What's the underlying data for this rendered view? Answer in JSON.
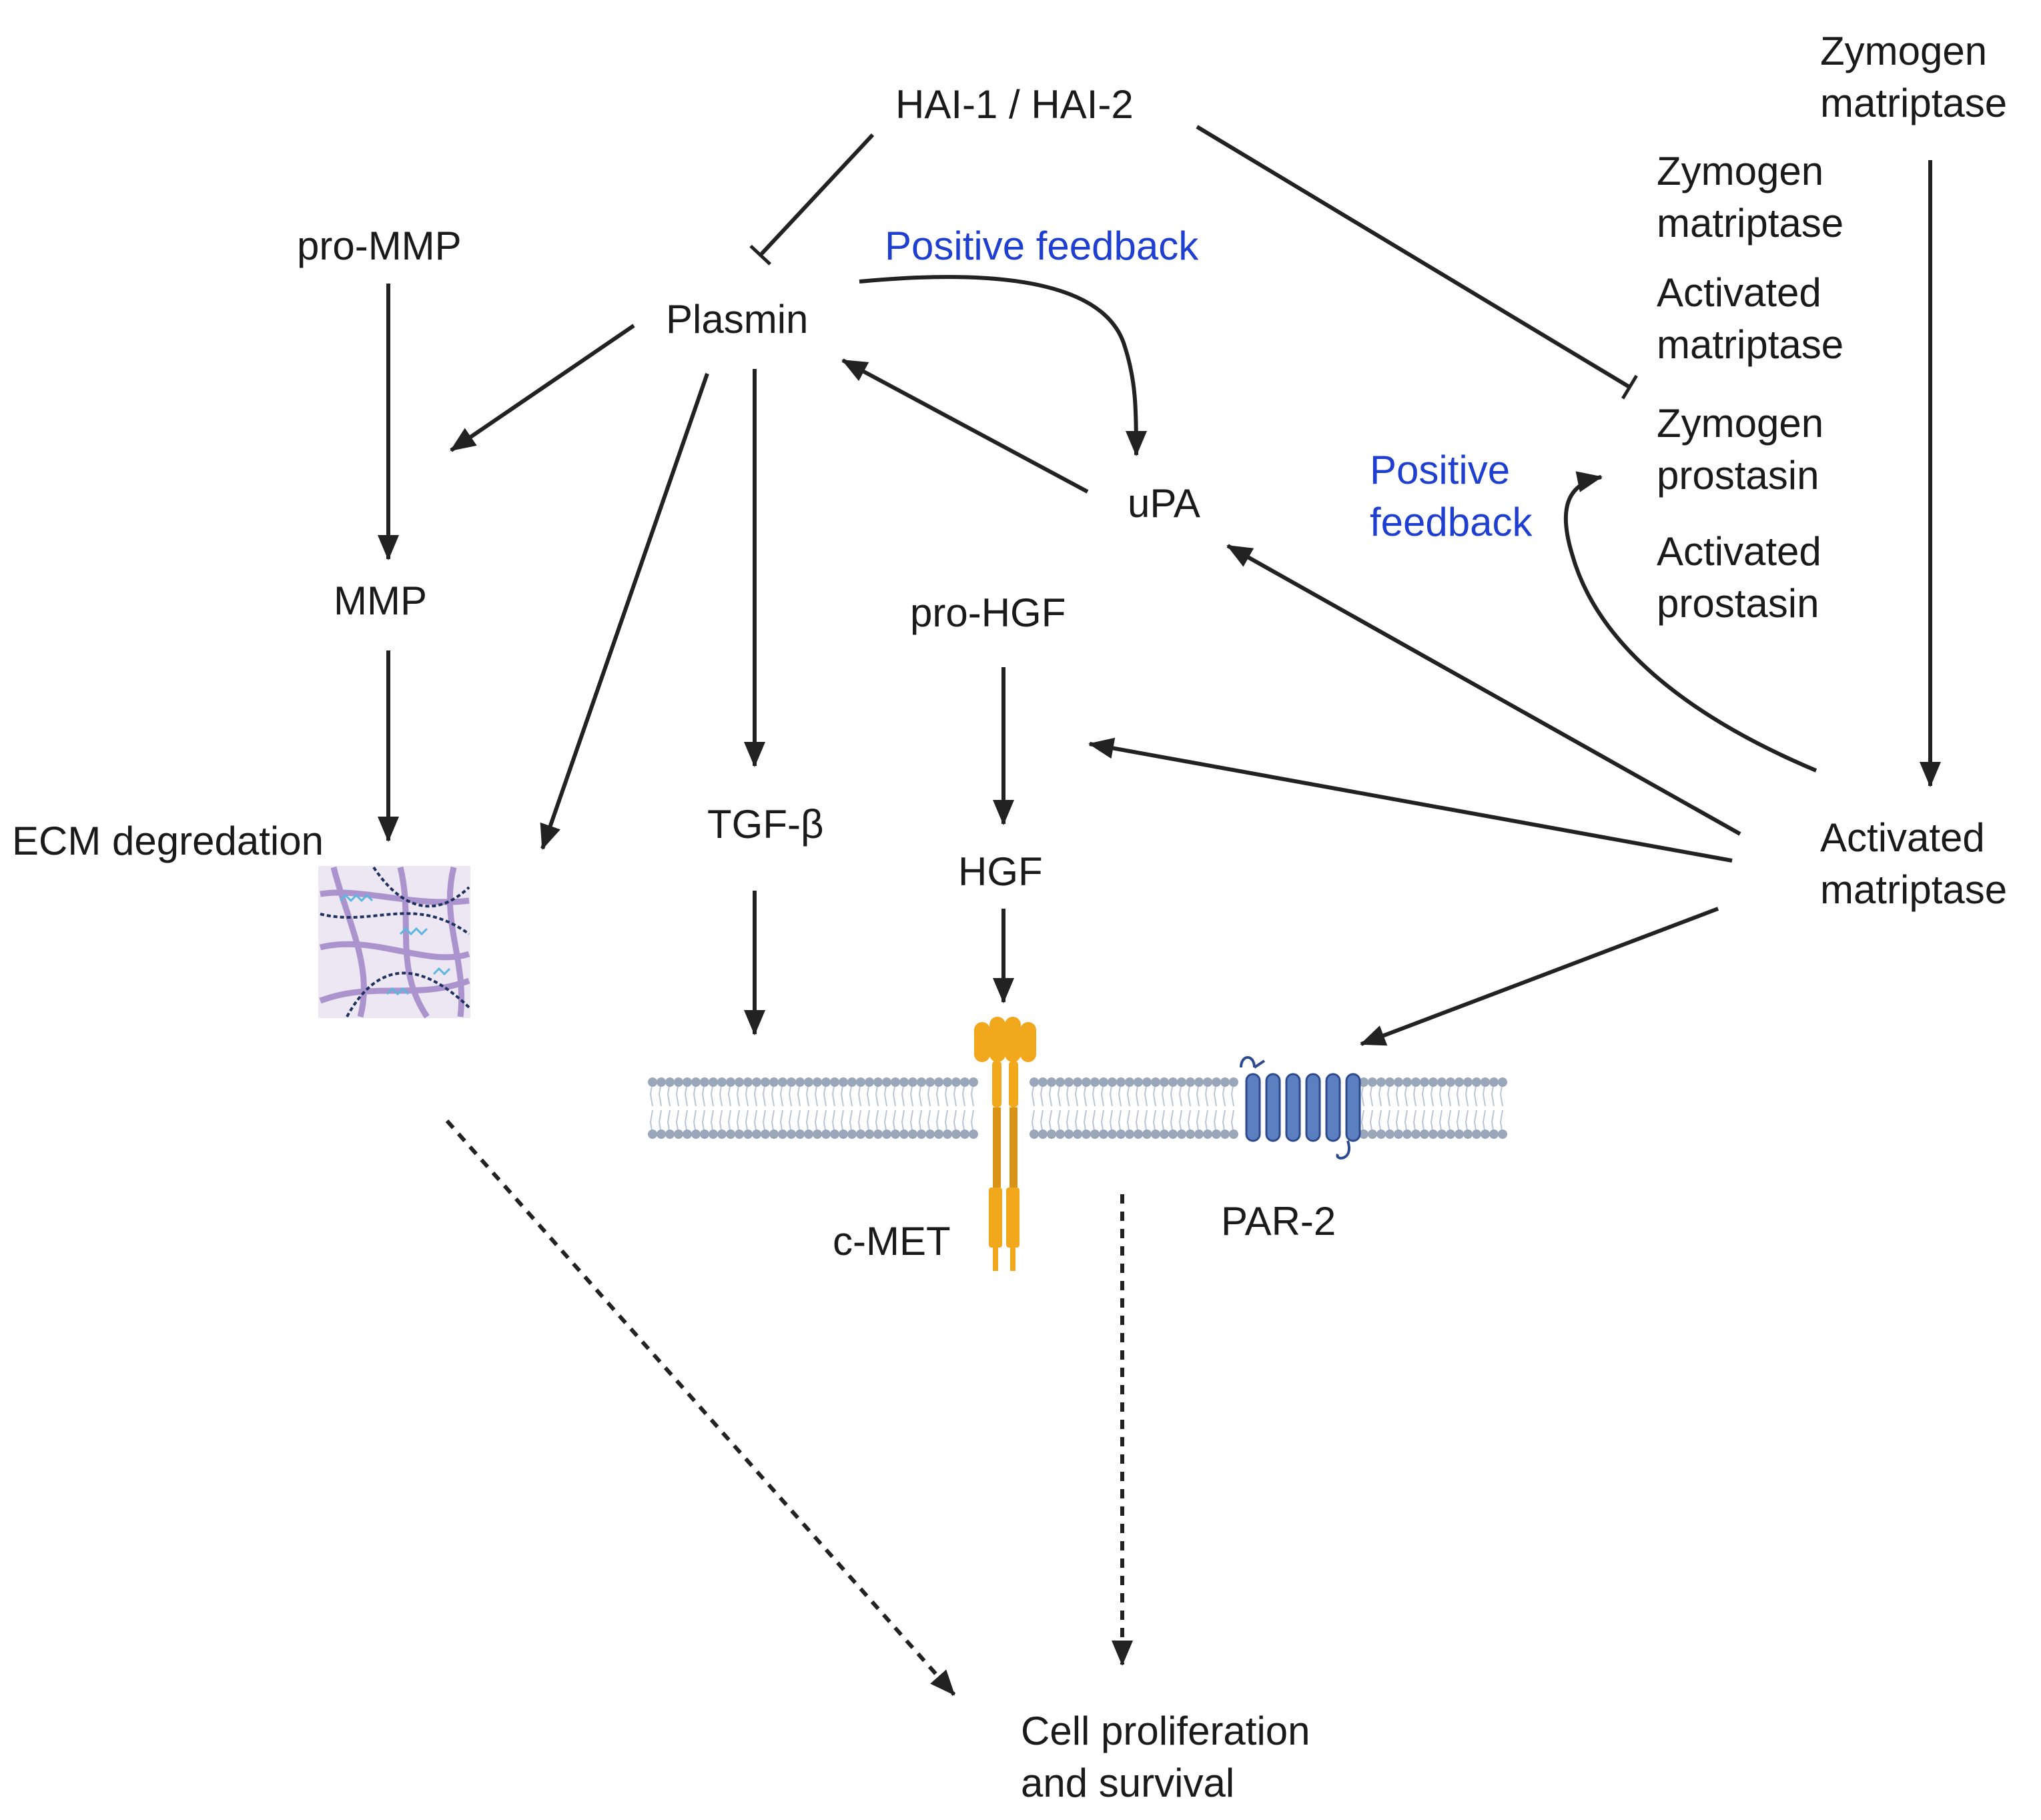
{
  "labels": {
    "hai": "HAI-1 / HAI-2",
    "zymogen_matriptase_top": [
      "Zymogen",
      "matriptase"
    ],
    "pro_mmp": "pro-MMP",
    "plasmin": "Plasmin",
    "positive_feedback_1": "Positive feedback",
    "zymogen_matriptase_legend": [
      "Zymogen",
      "matriptase"
    ],
    "activated_matriptase_legend": [
      "Activated",
      "matriptase"
    ],
    "zymogen_prostasin": [
      "Zymogen",
      "prostasin"
    ],
    "activated_prostasin": [
      "Activated",
      "prostasin"
    ],
    "positive_feedback_2": [
      "Positive",
      "feedback"
    ],
    "upa": "uPA",
    "mmp": "MMP",
    "pro_hgf": "pro-HGF",
    "ecm_degradation": "ECM degredation",
    "tgf_beta": "TGF-β",
    "hgf": "HGF",
    "activated_matriptase": [
      "Activated",
      "matriptase"
    ],
    "c_met": "c-MET",
    "par2": "PAR-2",
    "cell_proliferation": [
      "Cell proliferation",
      "and survival"
    ]
  },
  "colors": {
    "text": "#1a1a1a",
    "feedback": "#1f3fd1",
    "arrow": "#222222",
    "membrane_head": "#9aa7ba",
    "membrane_tail": "#b9c6d8",
    "c_met": "#f2a81d",
    "par2": "#5c7fbf"
  },
  "icons": [
    "ecm-fibers-icon",
    "c-met-receptor-icon",
    "par2-receptor-icon",
    "cell-membrane-icon"
  ]
}
